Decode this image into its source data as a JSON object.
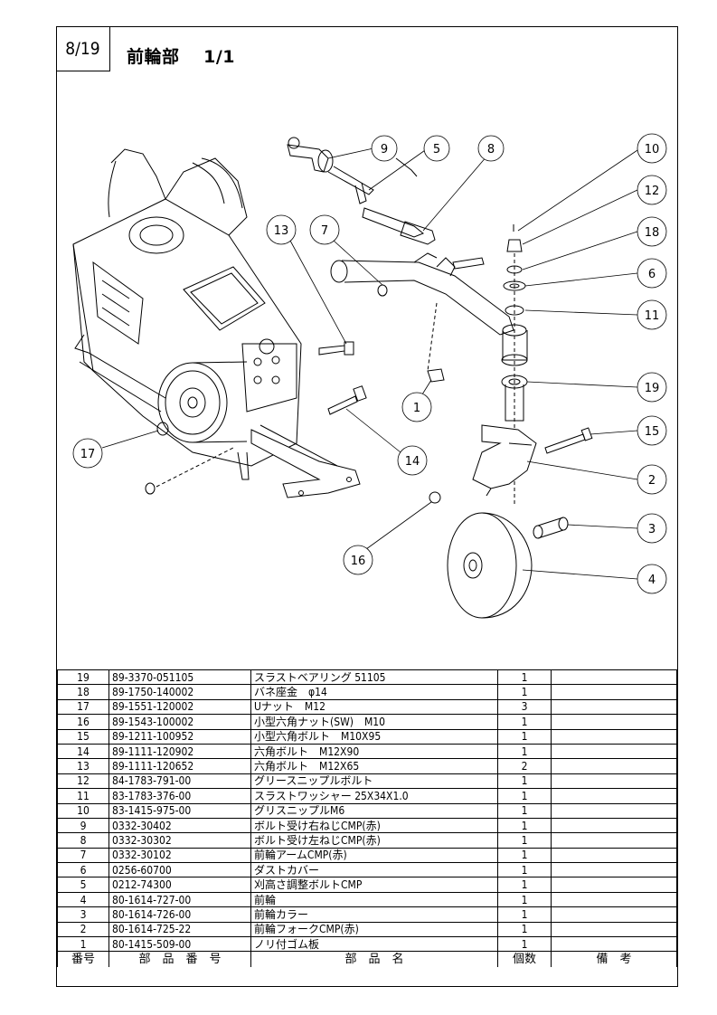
{
  "header": {
    "page": "8/19",
    "title": "前輪部　 1/1"
  },
  "callouts": [
    "1",
    "2",
    "3",
    "4",
    "5",
    "6",
    "7",
    "8",
    "9",
    "10",
    "11",
    "12",
    "13",
    "14",
    "15",
    "16",
    "17",
    "18",
    "19"
  ],
  "table": {
    "header": {
      "no": "番号",
      "part_number": "部　品　番　号",
      "name": "部　品　名",
      "qty": "個数",
      "remarks": "備　考"
    },
    "rows": [
      {
        "no": "19",
        "part_number": "89-3370-051105",
        "name": "スラストベアリング 51105",
        "qty": "1",
        "remarks": ""
      },
      {
        "no": "18",
        "part_number": "89-1750-140002",
        "name": "バネ座金　φ14",
        "qty": "1",
        "remarks": ""
      },
      {
        "no": "17",
        "part_number": "89-1551-120002",
        "name": "Uナット　M12",
        "qty": "3",
        "remarks": ""
      },
      {
        "no": "16",
        "part_number": "89-1543-100002",
        "name": "小型六角ナット(SW)　M10",
        "qty": "1",
        "remarks": ""
      },
      {
        "no": "15",
        "part_number": "89-1211-100952",
        "name": "小型六角ボルト　M10X95",
        "qty": "1",
        "remarks": ""
      },
      {
        "no": "14",
        "part_number": "89-1111-120902",
        "name": "六角ボルト　M12X90",
        "qty": "1",
        "remarks": ""
      },
      {
        "no": "13",
        "part_number": "89-1111-120652",
        "name": "六角ボルト　M12X65",
        "qty": "2",
        "remarks": ""
      },
      {
        "no": "12",
        "part_number": "84-1783-791-00",
        "name": "グリースニップルボルト",
        "qty": "1",
        "remarks": ""
      },
      {
        "no": "11",
        "part_number": "83-1783-376-00",
        "name": "スラストワッシャー 25X34X1.0",
        "qty": "1",
        "remarks": ""
      },
      {
        "no": "10",
        "part_number": "83-1415-975-00",
        "name": "グリスニップルM6",
        "qty": "1",
        "remarks": ""
      },
      {
        "no": "9",
        "part_number": "0332-30402",
        "name": "ボルト受け右ねじCMP(赤)",
        "qty": "1",
        "remarks": ""
      },
      {
        "no": "8",
        "part_number": "0332-30302",
        "name": "ボルト受け左ねじCMP(赤)",
        "qty": "1",
        "remarks": ""
      },
      {
        "no": "7",
        "part_number": "0332-30102",
        "name": "前輪アームCMP(赤)",
        "qty": "1",
        "remarks": ""
      },
      {
        "no": "6",
        "part_number": "0256-60700",
        "name": "ダストカバー",
        "qty": "1",
        "remarks": ""
      },
      {
        "no": "5",
        "part_number": "0212-74300",
        "name": "刈高さ調整ボルトCMP",
        "qty": "1",
        "remarks": ""
      },
      {
        "no": "4",
        "part_number": "80-1614-727-00",
        "name": "前輪",
        "qty": "1",
        "remarks": ""
      },
      {
        "no": "3",
        "part_number": "80-1614-726-00",
        "name": "前輪カラー",
        "qty": "1",
        "remarks": ""
      },
      {
        "no": "2",
        "part_number": "80-1614-725-22",
        "name": "前輪フォークCMP(赤)",
        "qty": "1",
        "remarks": ""
      },
      {
        "no": "1",
        "part_number": "80-1415-509-00",
        "name": "ノリ付ゴム板",
        "qty": "1",
        "remarks": ""
      }
    ]
  }
}
